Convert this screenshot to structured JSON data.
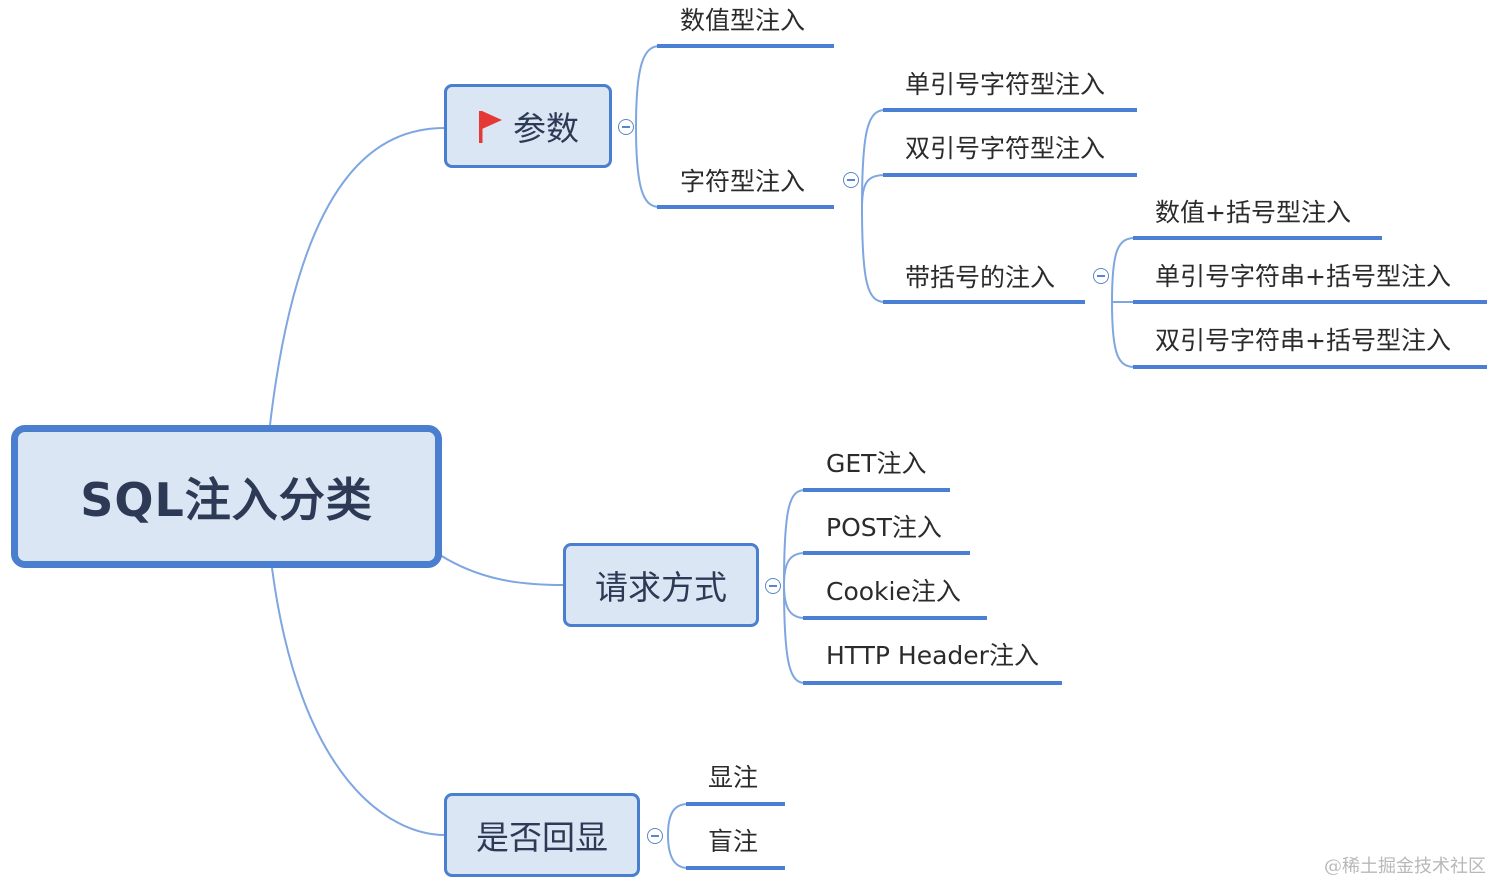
{
  "root": {
    "label": "SQL注入分类"
  },
  "branches": {
    "params": {
      "label": "参数",
      "icon": "red-flag-icon",
      "numeric": "数值型注入",
      "string": {
        "label": "字符型注入",
        "single_quote": "单引号字符型注入",
        "double_quote": "双引号字符型注入",
        "bracket": {
          "label": "带括号的注入",
          "numeric": "数值+括号型注入",
          "single": "单引号字符串+括号型注入",
          "double": "双引号字符串+括号型注入"
        }
      }
    },
    "request": {
      "label": "请求方式",
      "get": "GET注入",
      "post": "POST注入",
      "cookie": "Cookie注入",
      "header": "HTTP Header注入"
    },
    "echo": {
      "label": "是否回显",
      "visible": "显注",
      "blind": "盲注"
    }
  },
  "colors": {
    "box_fill": "#dbe6f5",
    "box_border": "#4a7ecf",
    "connector": "#7ea6e0",
    "underline": "#4a7fd4",
    "flag": "#e53935"
  },
  "watermark": "@稀土掘金技术社区"
}
